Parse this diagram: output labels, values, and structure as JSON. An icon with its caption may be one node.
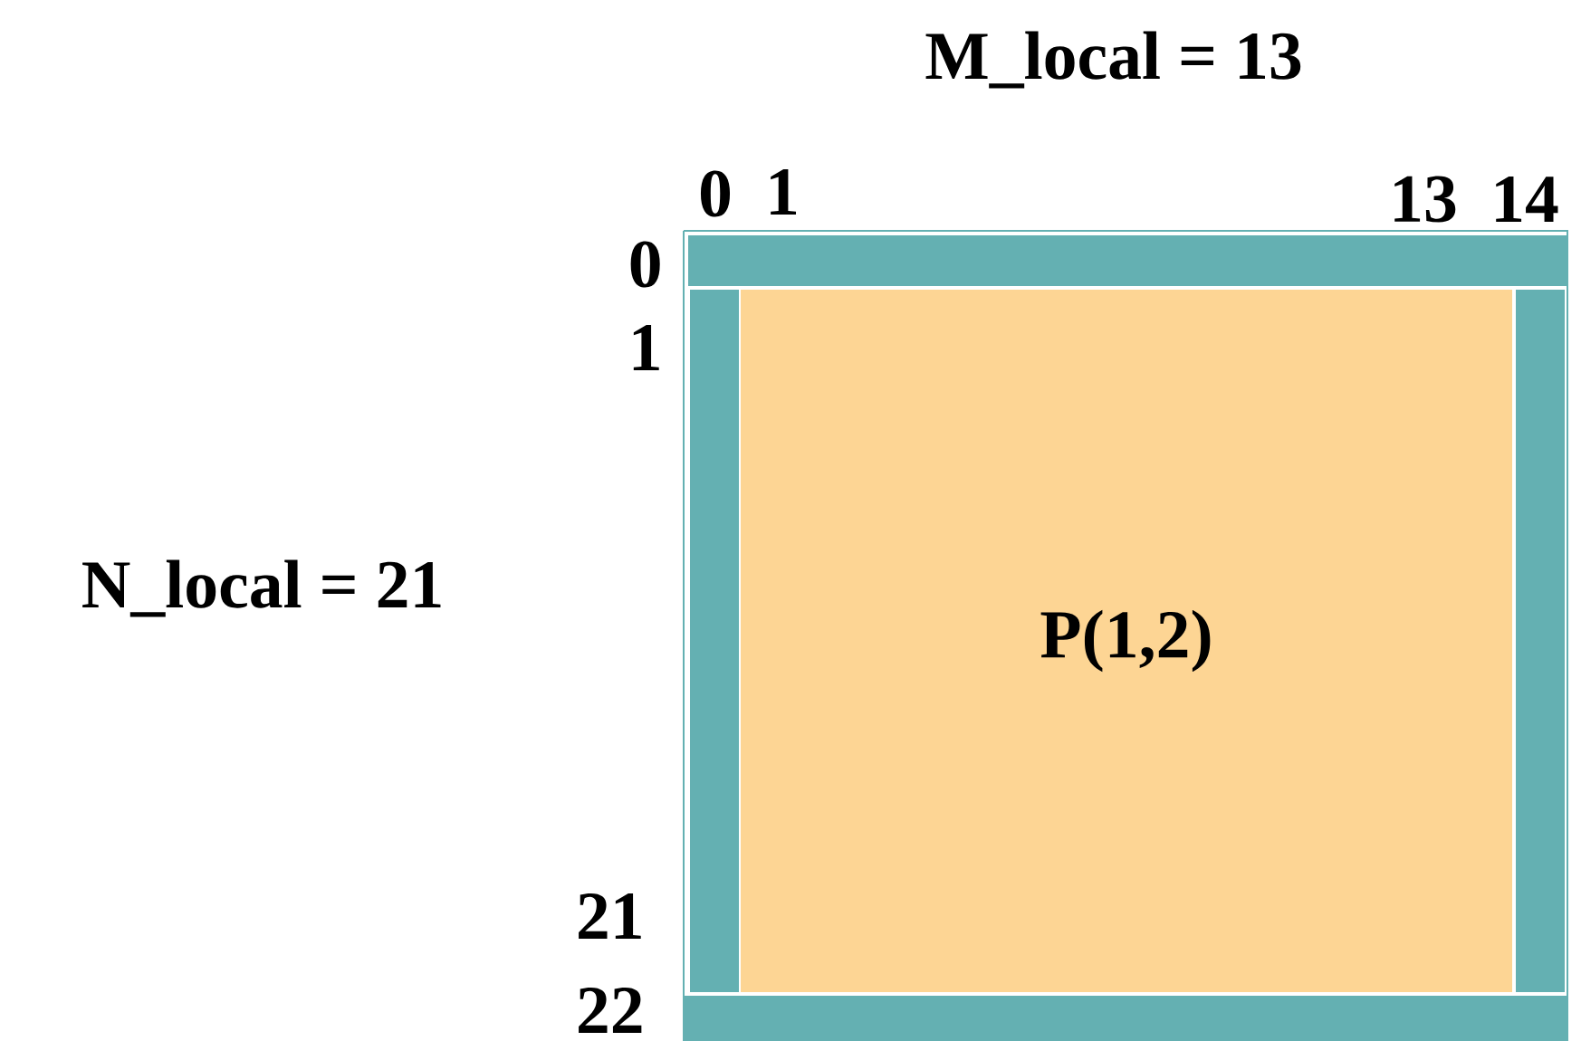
{
  "diagram": {
    "nodes": [
      {
        "text": [
          "P(1,2)"
        ]
      }
    ],
    "labels": [
      "M_local = 13",
      "0",
      "1",
      "13",
      "14",
      "0",
      "1",
      "N_local = 21",
      "21",
      "22"
    ]
  }
}
